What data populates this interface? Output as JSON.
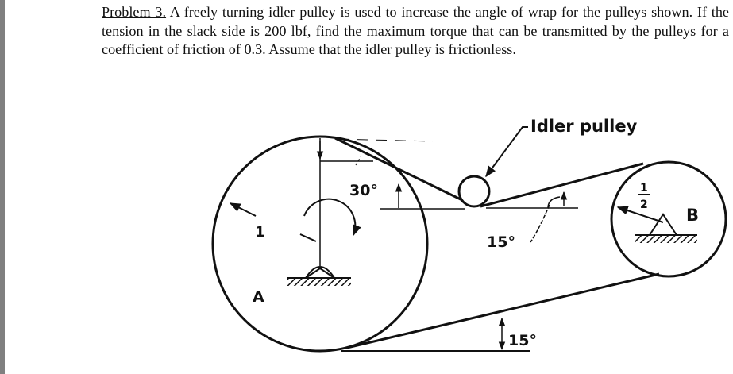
{
  "problem": {
    "label": "Problem 3.",
    "text": " A freely turning idler pulley is used to increase the angle of wrap for the pulleys shown. If the tension in the slack side is 200 lbf, find the maximum torque that can be transmitted by the pulleys for a coefficient of friction of 0.3. Assume that the idler pulley is frictionless."
  },
  "figure": {
    "idler_label": "Idler pulley",
    "pulley_a_label": "A",
    "pulley_b_label": "B",
    "radius_a": "1",
    "radius_b_num": "1",
    "radius_b_den": "2",
    "angle_top": "30°",
    "angle_idler": "15°",
    "angle_bottom": "15°"
  },
  "colors": {
    "ink": "#111111",
    "page": "#ffffff",
    "margin_bar": "#808080"
  }
}
